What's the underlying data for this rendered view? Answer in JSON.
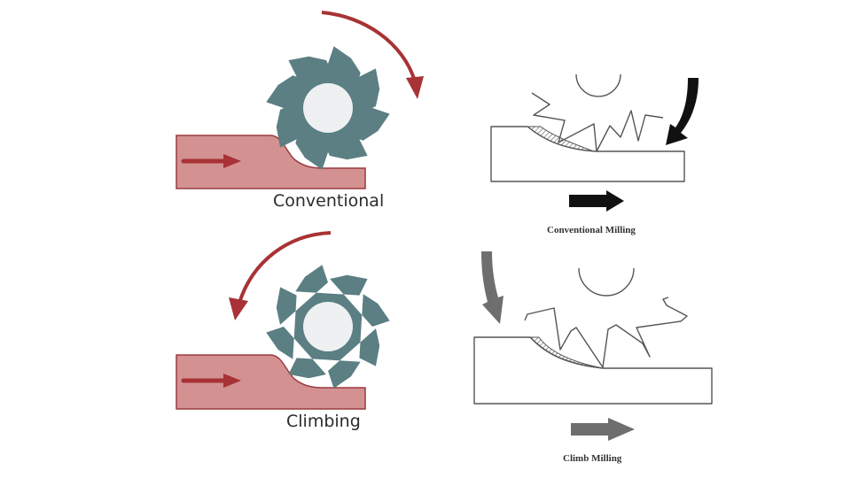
{
  "title": "Conventional vs Climb Milling",
  "colors": {
    "cutter": "#5b7f83",
    "cutter_hub": "#eef0f2",
    "workpiece_fill": "#d39192",
    "workpiece_stroke": "#9c3b3d",
    "arrow_red": "#a83235",
    "line_drawing": "#555555",
    "arrow_black": "#111111",
    "arrow_grey": "#6e6e6e"
  },
  "panels": {
    "conventional_illustration": {
      "label": "Conventional",
      "rotation": "clockwise",
      "feed_direction": "right"
    },
    "climbing_illustration": {
      "label": "Climbing",
      "rotation": "counterclockwise",
      "feed_direction": "right"
    },
    "conventional_drawing": {
      "caption": "Conventional Milling",
      "rotation": "clockwise",
      "feed_direction": "right"
    },
    "climb_drawing": {
      "caption": "Climb Milling",
      "rotation": "counterclockwise",
      "feed_direction": "right"
    }
  }
}
